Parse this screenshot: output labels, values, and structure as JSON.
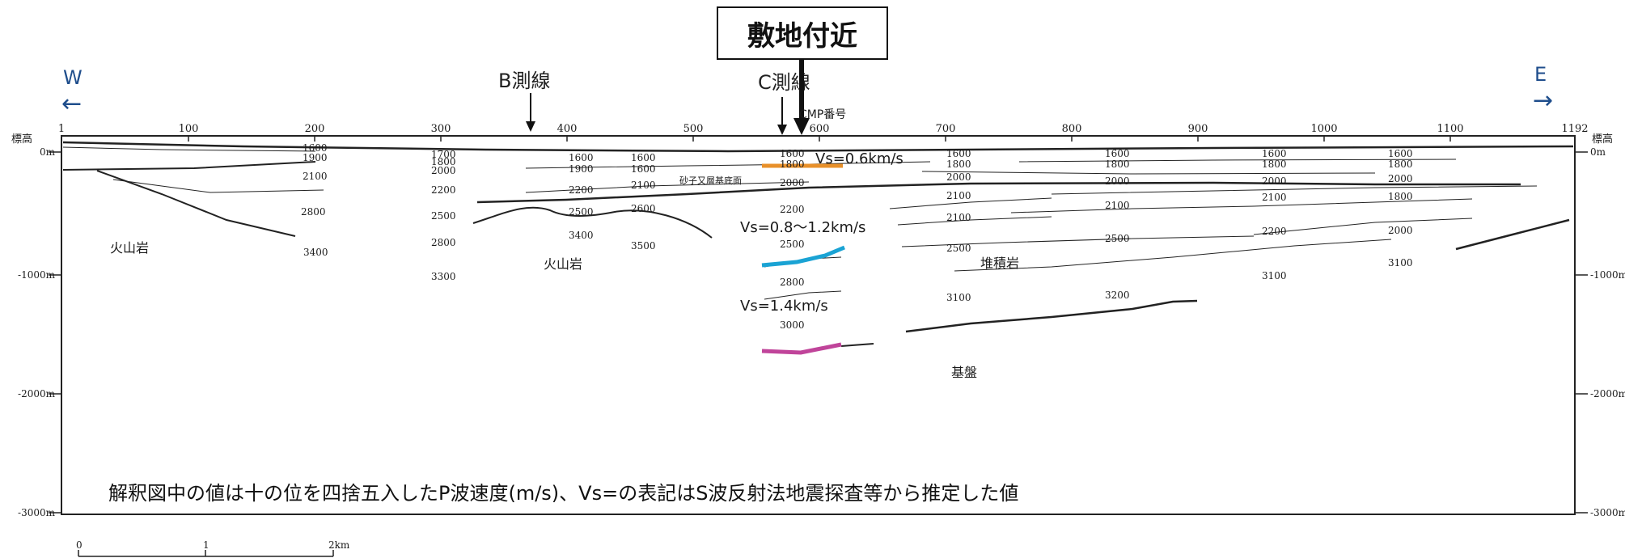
{
  "title": "敷地付近",
  "directions": {
    "west": "W",
    "east": "E",
    "west_arrow": "←",
    "east_arrow": "→"
  },
  "survey_lines": {
    "b": "B測線",
    "c": "C測線"
  },
  "cmp_label": "CMP番号",
  "elevation_label": "標高",
  "x_ticks": [
    "1",
    "100",
    "200",
    "300",
    "400",
    "500",
    "600",
    "700",
    "800",
    "900",
    "1000",
    "1100",
    "1192"
  ],
  "y_ticks": [
    "0m",
    "-1000m",
    "-2000m",
    "-3000m"
  ],
  "rock_labels": {
    "volcanic_1": "火山岩",
    "volcanic_2": "火山岩",
    "sedimentary": "堆積岩",
    "basement": "基盤",
    "sand_layer": "砂子又層基底面"
  },
  "velocity_labels": [
    "1600",
    "1900",
    "2100",
    "2800",
    "3400",
    "1700",
    "1800",
    "2000",
    "2200",
    "2500",
    "2800",
    "3300",
    "1600",
    "1900",
    "2200",
    "2500",
    "3400",
    "1600",
    "1600",
    "2100",
    "2600",
    "3500",
    "1600",
    "1800",
    "2000",
    "2200",
    "2500",
    "2800",
    "3000",
    "1600",
    "1800",
    "2000",
    "2100",
    "2100",
    "2500",
    "3100",
    "1600",
    "1800",
    "2000",
    "2100",
    "2500",
    "3200",
    "1600",
    "1800",
    "2000",
    "2100",
    "2200",
    "3100",
    "1600",
    "1800",
    "2000",
    "1800",
    "2000",
    "3100"
  ],
  "vs_labels": {
    "vs1": "Vs=0.6km/s",
    "vs2": "Vs=0.8～1.2km/s",
    "vs3": "Vs=1.4km/s"
  },
  "vs_colors": {
    "vs1": "#e8902a",
    "vs2": "#1aa3d4",
    "vs3": "#c0449a"
  },
  "note": "解釈図中の値は十の位を四捨五入したP波速度(m/s)、Vs=の表記はS波反射法地震探査等から推定した値",
  "scale": {
    "start": "0",
    "mid": "1",
    "end": "2km"
  }
}
